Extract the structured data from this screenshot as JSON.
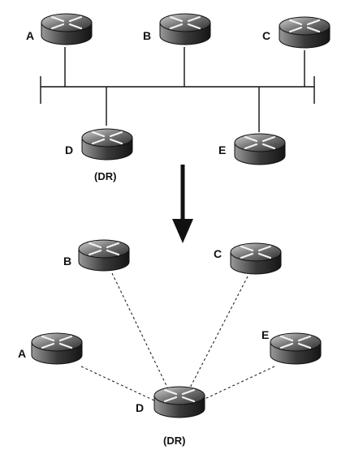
{
  "top_segment": {
    "routers": [
      {
        "id": "A",
        "label": "A"
      },
      {
        "id": "B",
        "label": "B"
      },
      {
        "id": "C",
        "label": "C"
      },
      {
        "id": "D",
        "label": "D"
      },
      {
        "id": "E",
        "label": "E"
      }
    ],
    "dr_label": "(DR)"
  },
  "bottom_adjacencies": {
    "routers": [
      {
        "id": "B",
        "label": "B"
      },
      {
        "id": "C",
        "label": "C"
      },
      {
        "id": "A",
        "label": "A"
      },
      {
        "id": "E",
        "label": "E"
      },
      {
        "id": "D",
        "label": "D"
      }
    ],
    "dr_label": "(DR)",
    "adjacencies": [
      [
        "D",
        "A"
      ],
      [
        "D",
        "B"
      ],
      [
        "D",
        "C"
      ],
      [
        "D",
        "E"
      ]
    ]
  },
  "colors": {
    "router_dark": "#2a2a2a",
    "router_mid": "#6a6a6a",
    "router_light": "#c8c8c8",
    "line": "#111111"
  }
}
